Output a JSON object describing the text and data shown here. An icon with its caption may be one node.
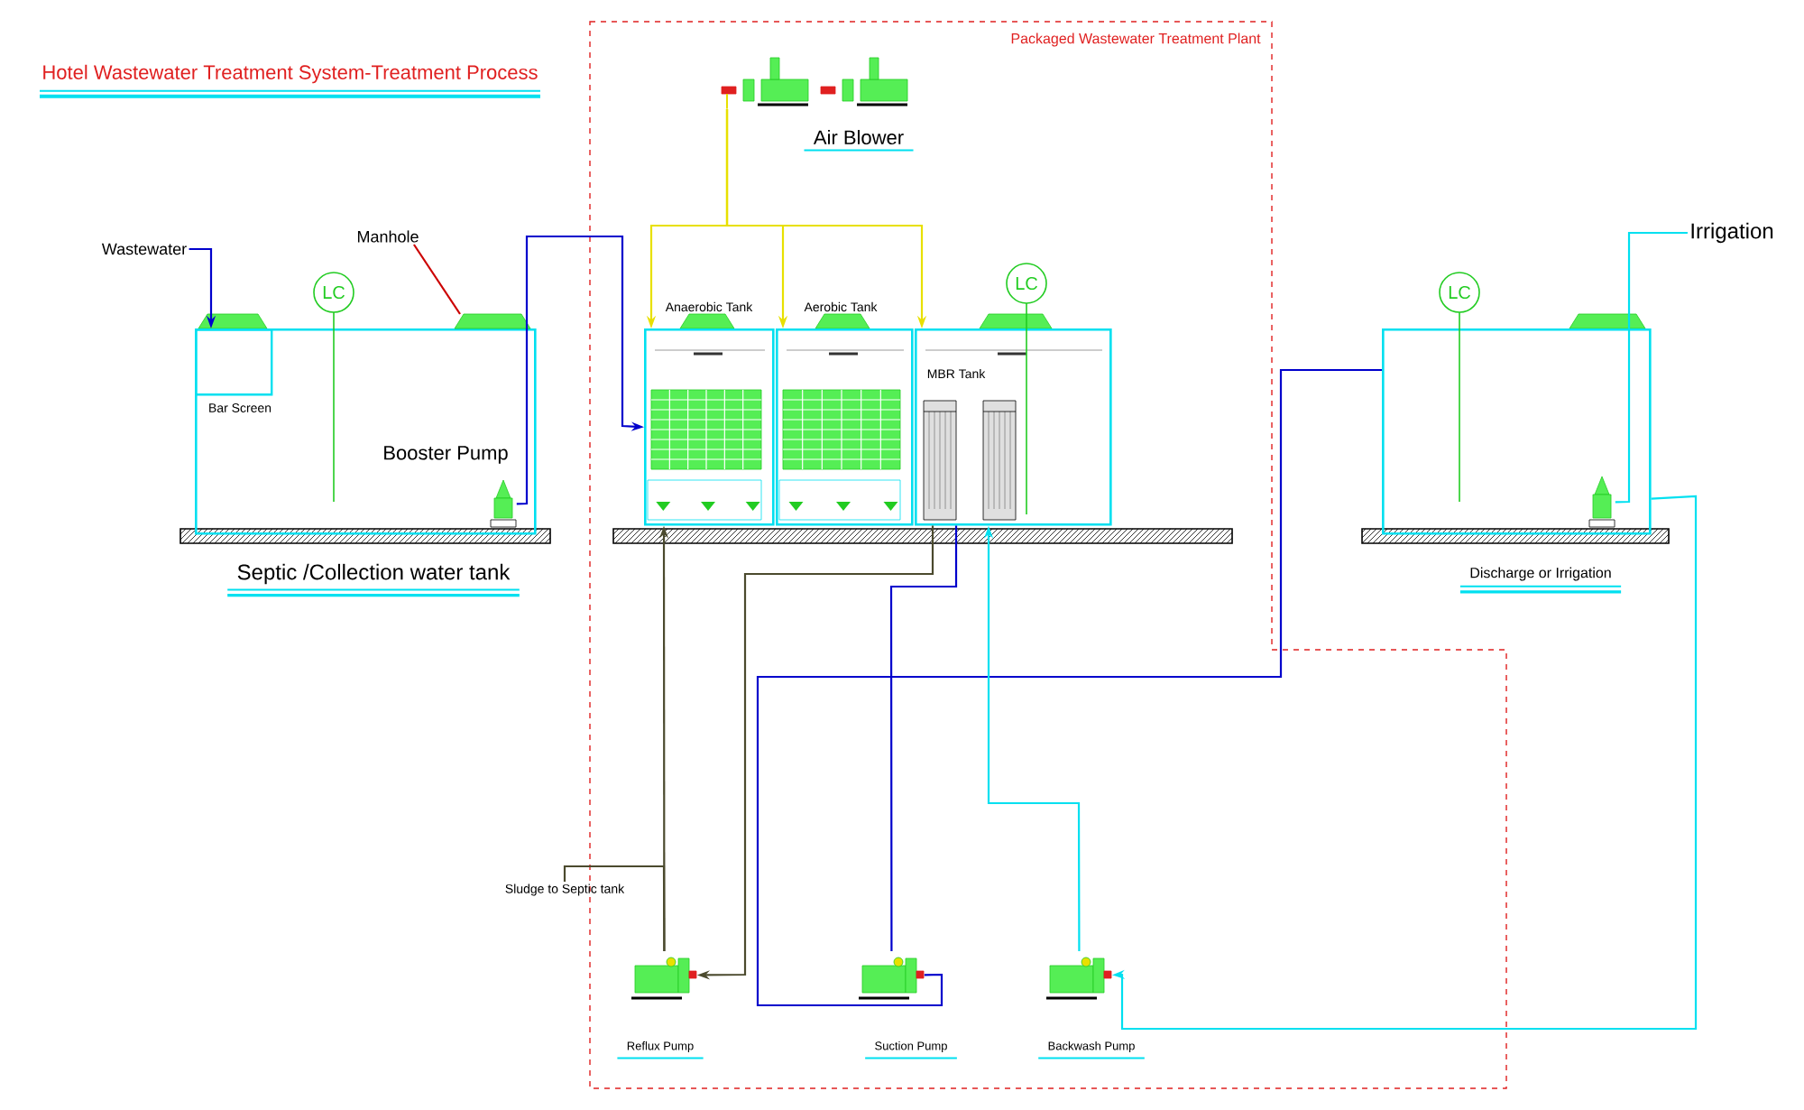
{
  "diagram": {
    "title": "Hotel Wastewater Treatment System-Treatment Process",
    "nodes": [
      {
        "text": [
          "Packaged Wastewater Treatment Plant"
        ]
      },
      {
        "text": [
          "Septic /Collection water tank"
        ]
      },
      {
        "text": [
          "Bar Screen"
        ],
        "in": 1
      },
      {
        "text": [
          "Booster Pump"
        ],
        "in": 1
      },
      {
        "text": [
          "Air Blower"
        ],
        "in": 0
      },
      {
        "text": [
          "Anaerobic Tank"
        ],
        "in": 0
      },
      {
        "text": [
          "Aerobic Tank"
        ],
        "in": 0
      },
      {
        "text": [
          "MBR Tank"
        ],
        "in": 0
      },
      {
        "text": [
          "Discharge or Irrigation"
        ]
      },
      {
        "text": [],
        "shape": "pump",
        "in": 8
      },
      {
        "text": [
          "Reflux Pump"
        ],
        "in": 0
      },
      {
        "text": [
          "Suction Pump"
        ],
        "in": 0
      },
      {
        "text": [
          "Backwash Pump"
        ],
        "in": 0
      },
      {
        "text": [
          "Wastewater"
        ]
      },
      {
        "text": [
          "Irrigation"
        ]
      },
      {
        "text": [
          "Sludge to Septic tank"
        ]
      },
      {
        "text": [
          "LC"
        ]
      },
      {
        "text": [
          "LC"
        ],
        "in": 0
      },
      {
        "text": [
          "LC"
        ]
      },
      {
        "text": [
          "Manhole"
        ]
      },
      {
        "text": [],
        "shape": "trapezoid"
      }
    ],
    "edges": [
      {
        "from": 13,
        "to": 2,
        "arrow": "to"
      },
      {
        "from": 3,
        "to": 5,
        "arrow": "to"
      },
      {
        "from": 4,
        "to": 5,
        "arrow": "to",
        "color": "#e8e000"
      },
      {
        "from": 4,
        "to": 6,
        "arrow": "to",
        "color": "#e8e000"
      },
      {
        "from": 4,
        "to": 7,
        "arrow": "to",
        "color": "#e8e000"
      },
      {
        "from": 7,
        "to": 10,
        "arrow": "to",
        "color": "#4b4a2e"
      },
      {
        "from": 10,
        "to": 5,
        "arrow": "to",
        "color": "#4b4a2e"
      },
      {
        "from": 10,
        "to": 15,
        "arrow": "none",
        "color": "#4b4a2e"
      },
      {
        "from": 7,
        "to": 11,
        "arrow": "none"
      },
      {
        "from": 11,
        "to": 8,
        "arrow": "none"
      },
      {
        "from": 12,
        "to": 7,
        "arrow": "to",
        "color": "#00e0f0"
      },
      {
        "from": 8,
        "to": 12,
        "arrow": "to",
        "color": "#00e0f0"
      },
      {
        "from": 9,
        "to": 14,
        "arrow": "none",
        "color": "#00e0f0"
      },
      {
        "from": 19,
        "to": 20,
        "arrow": "none",
        "color": "#cc0000"
      }
    ]
  }
}
